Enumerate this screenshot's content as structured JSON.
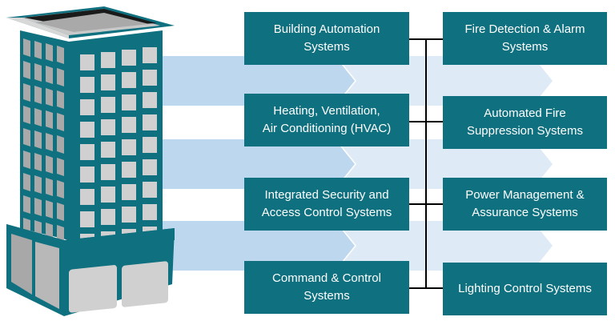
{
  "diagram": {
    "title": "",
    "colors": {
      "box_fill": "#0f7080",
      "box_text": "#ffffff",
      "band_dark": "#bdd7ee",
      "band_light": "#deeaf6",
      "building_teal": "#0f7080",
      "window_gray": "#d0d0d0",
      "connector": "#000000"
    },
    "left_column": [
      {
        "label": "Building Automation\nSystems"
      },
      {
        "label": "Heating, Ventilation,\nAir Conditioning (HVAC)"
      },
      {
        "label": "Integrated Security and\nAccess Control Systems"
      },
      {
        "label": "Command & Control\nSystems"
      }
    ],
    "right_column": [
      {
        "label": "Fire Detection & Alarm\nSystems"
      },
      {
        "label": "Automated Fire\nSuppression Systems"
      },
      {
        "label": "Power Management &\nAssurance Systems"
      },
      {
        "label": "Lighting Control Systems"
      }
    ],
    "illustration": "office-building-icon"
  }
}
